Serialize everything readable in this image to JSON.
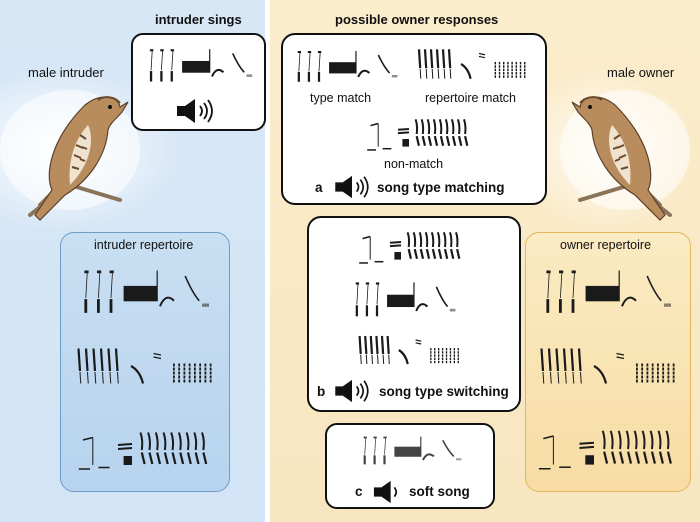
{
  "left": {
    "header": "intruder sings",
    "bird_label": "male intruder",
    "repertoire_label": "intruder repertoire"
  },
  "right": {
    "header": "possible owner responses",
    "bird_label": "male owner",
    "repertoire_label": "owner repertoire",
    "responses": [
      {
        "letter": "a",
        "title": "song type matching",
        "sublabels": [
          "type match",
          "repertoire match",
          "non-match"
        ]
      },
      {
        "letter": "b",
        "title": "song type switching"
      },
      {
        "letter": "c",
        "title": "soft song"
      }
    ]
  },
  "colors": {
    "intruder_bg": "#d3e4f5",
    "owner_bg": "#f9e7c3",
    "intruder_repertoire": "#bcd6ef",
    "owner_repertoire": "#f8dfa9"
  },
  "icons": [
    "speaker-loud-icon",
    "speaker-soft-icon",
    "sparrow-illustration",
    "sonogram"
  ]
}
